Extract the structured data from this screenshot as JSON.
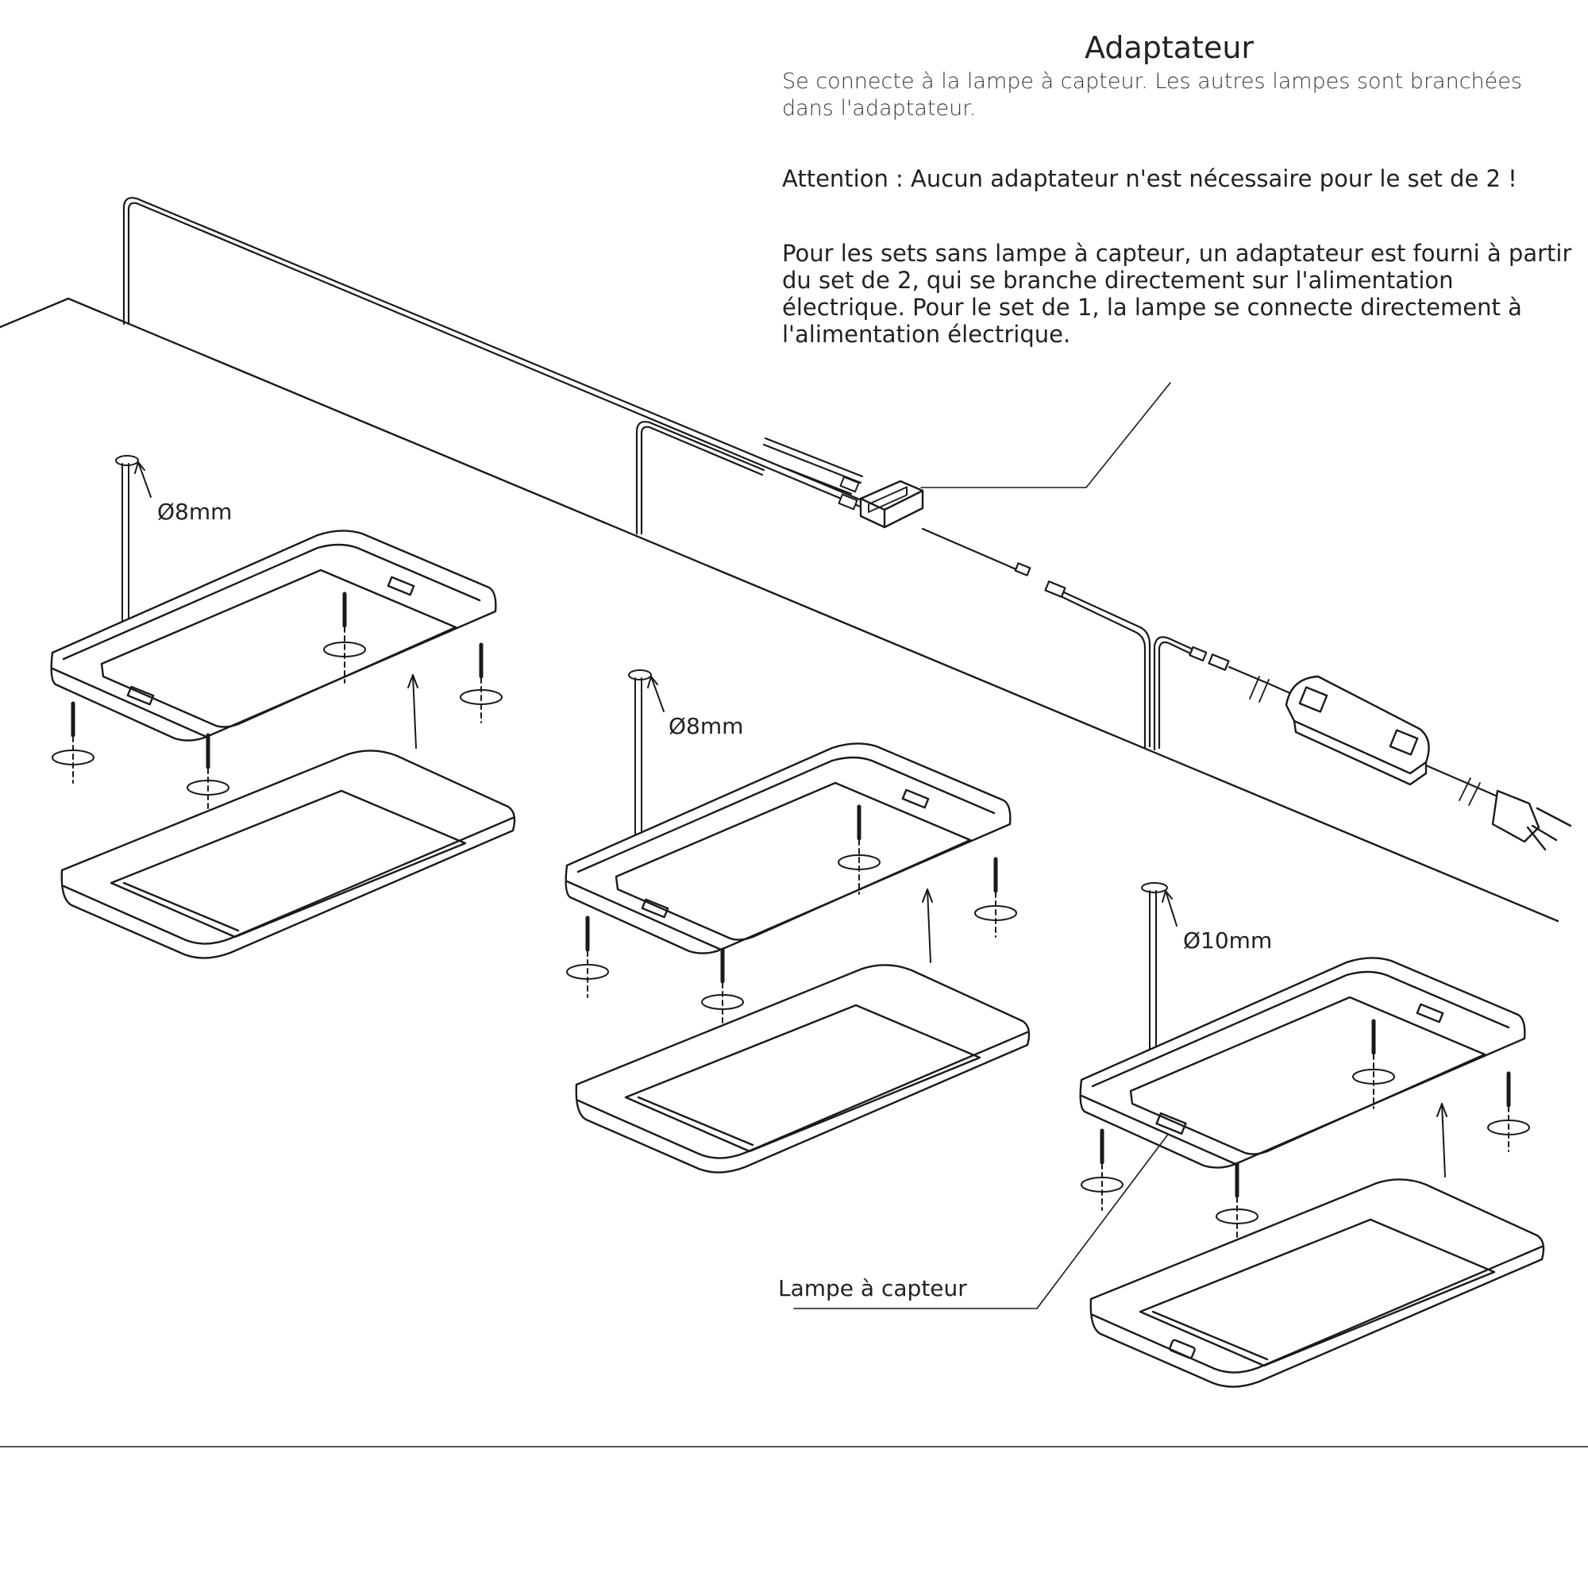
{
  "adapter": {
    "title": "Adaptateur",
    "description": "Se connecte à la lampe à capteur. Les autres lampes sont branchées dans l'adaptateur.",
    "warning": "Attention : Aucun adaptateur n'est nécessaire pour le set de 2 !",
    "note": "Pour les sets sans lampe à capteur, un adaptateur est fourni à partir du set de 2, qui se branche directement sur l'alimentation électrique. Pour le set de 1, la lampe se connecte directement à l'alimentation électrique."
  },
  "holes": {
    "lamp1": "Ø8mm",
    "lamp2": "Ø8mm",
    "lamp3": "Ø10mm"
  },
  "sensor_lamp_label": "Lampe à capteur",
  "colors": {
    "line": "#1a1a1a",
    "text": "#222222"
  }
}
